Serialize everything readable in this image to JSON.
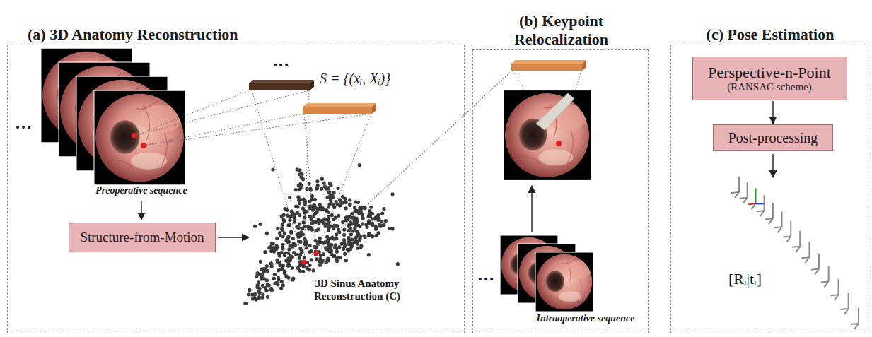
{
  "diagram": {
    "nodes": [
      {
        "text": [
          "(a) 3D Anatomy Reconstruction"
        ]
      },
      {
        "text": [
          "Structure-from-Motion"
        ],
        "in": 0
      },
      {
        "text": [
          "(b) Keypoint Relocalization"
        ]
      },
      {
        "text": [
          "(c) Pose Estimation"
        ]
      },
      {
        "text": [
          "Perspective-n-Point",
          "(RANSAC scheme)"
        ],
        "in": 3
      },
      {
        "text": [
          "Post-processing"
        ],
        "in": 3
      }
    ],
    "edges": [
      {
        "from": 4,
        "to": 5,
        "arrow": "to"
      }
    ],
    "labels": [
      "…",
      "Preoperative sequence",
      "…",
      "S = {(xᵢ, Xᵢ)}",
      "3D Sinus Anatomy Reconstruction (C)",
      "…",
      "Intraoperative sequence",
      "[Rᵢ|tᵢ]"
    ]
  }
}
